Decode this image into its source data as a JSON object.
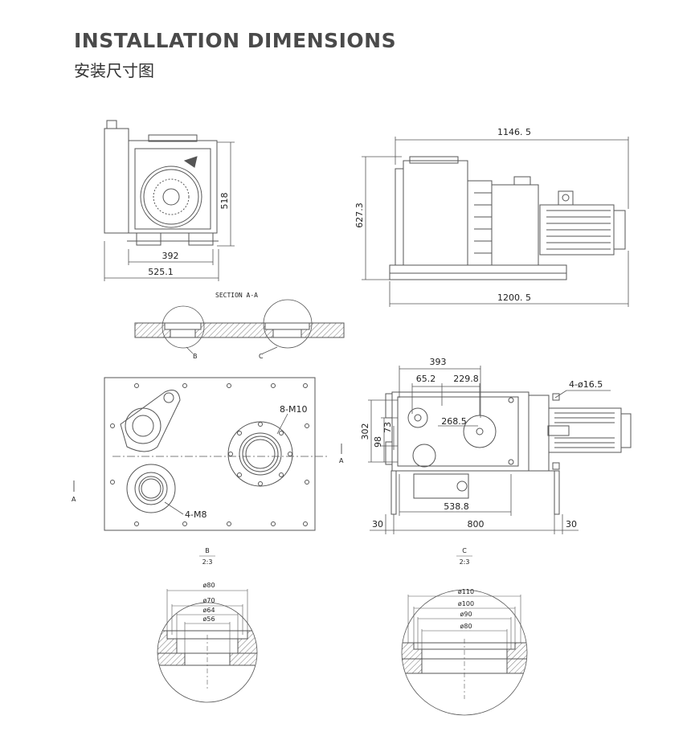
{
  "header": {
    "title": "INSTALLATION DIMENSIONS",
    "subtitle": "安装尺寸图"
  },
  "front_view": {
    "height": "518",
    "width_inner": "392",
    "width_outer": "525.1"
  },
  "side_view": {
    "height": "627.3",
    "length_top": "1146. 5",
    "length_bottom": "1200. 5"
  },
  "section_aa": {
    "label": "SECTION A-A",
    "callout_b": "B",
    "callout_c": "C"
  },
  "base_plan": {
    "thread_large": "8-M10",
    "thread_small": "4-M8",
    "section_mark": "A"
  },
  "top_view": {
    "dims": {
      "d393": "393",
      "d65_2": "65.2",
      "d229_8": "229.8",
      "d268_5": "268.5",
      "d302": "302",
      "d98": "98",
      "d73": "73",
      "d538_8": "538.8",
      "d30_left": "30",
      "d800": "800",
      "d30_right": "30",
      "holes": "4-ø16.5"
    }
  },
  "detail_b": {
    "label": "B",
    "scale": "2:3",
    "diameters": [
      "ø80",
      "ø70",
      "ø64",
      "ø56"
    ]
  },
  "detail_c": {
    "label": "C",
    "scale": "2:3",
    "diameters": [
      "ø110",
      "ø100",
      "ø90",
      "ø80"
    ]
  },
  "colors": {
    "line": "#555555",
    "hatch": "#777777",
    "title": "#4a4a4a"
  }
}
